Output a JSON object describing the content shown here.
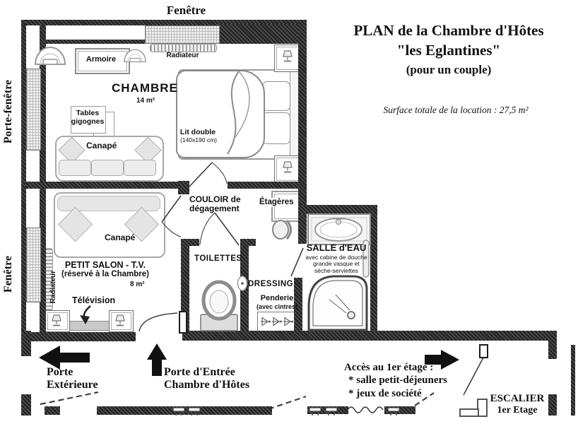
{
  "title": {
    "line1": "PLAN de la Chambre d'Hôtes",
    "line2": "\"les Eglantines\"",
    "line3": "(pour un couple)",
    "surface": "Surface totale de la location : 27,5 m²"
  },
  "exterior": {
    "window_top": "Fenêtre",
    "door_window_left": "Porte-fenêtre",
    "window_left": "Fenêtre"
  },
  "chambre": {
    "name": "CHAMBRE",
    "area": "14 m²",
    "armoire": "Armoire",
    "tables_line1": "Tables",
    "tables_line2": "gigognes",
    "canape": "Canapé",
    "bed": "Lit double",
    "bed_size": "(140x190 cm)",
    "radiator": "Radiateur"
  },
  "salon": {
    "name": "PETIT SALON - T.V.",
    "note": "(réservé à la Chambre)",
    "area": "8 m²",
    "canape": "Canapé",
    "tv": "Télévision",
    "radiator": "Radiateur"
  },
  "couloir": {
    "line1": "COULOIR de",
    "line2": "dégagement"
  },
  "annex": {
    "etageres": "Étagères",
    "toilettes": "TOILETTES",
    "dressing": "DRESSING",
    "penderie": "Penderie",
    "cintres": "(avec cintres)"
  },
  "salle_eau": {
    "name": "SALLE d'EAU",
    "desc1": "avec cabine de douche",
    "desc2": "grande vasque et",
    "desc3": "sèche-serviettes"
  },
  "access": {
    "porte_ext1": "Porte",
    "porte_ext2": "Extérieure",
    "entree1": "Porte d'Entrée",
    "entree2": "Chambre d'Hôtes",
    "acces_title": "Accès au 1er étage :",
    "acces_item1": "* salle petit-déjeuners",
    "acces_item2": "* jeux de société",
    "escalier1": "ESCALIER",
    "escalier2": "1er Etage"
  }
}
